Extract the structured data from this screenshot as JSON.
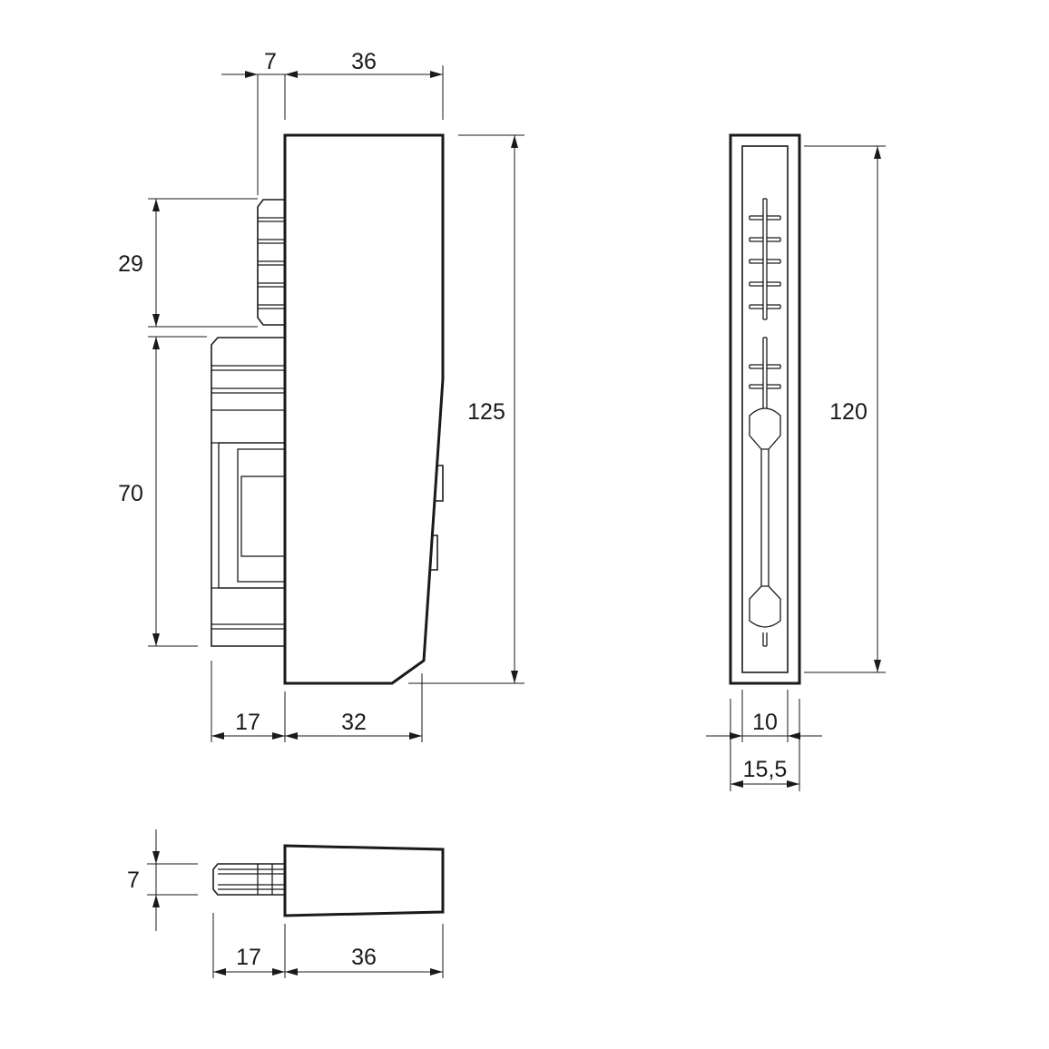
{
  "dimensions": {
    "top_offset": "7",
    "top_width": "36",
    "upper_height": "29",
    "lower_height": "70",
    "total_height": "125",
    "bottom_left_width": "17",
    "bottom_right_width": "32",
    "side_height": "120",
    "side_inner_width": "10",
    "side_outer_width": "15,5",
    "plan_height": "7",
    "plan_left_width": "17",
    "plan_right_width": "36"
  },
  "colors": {
    "line": "#1a1a1a",
    "background": "#ffffff"
  }
}
